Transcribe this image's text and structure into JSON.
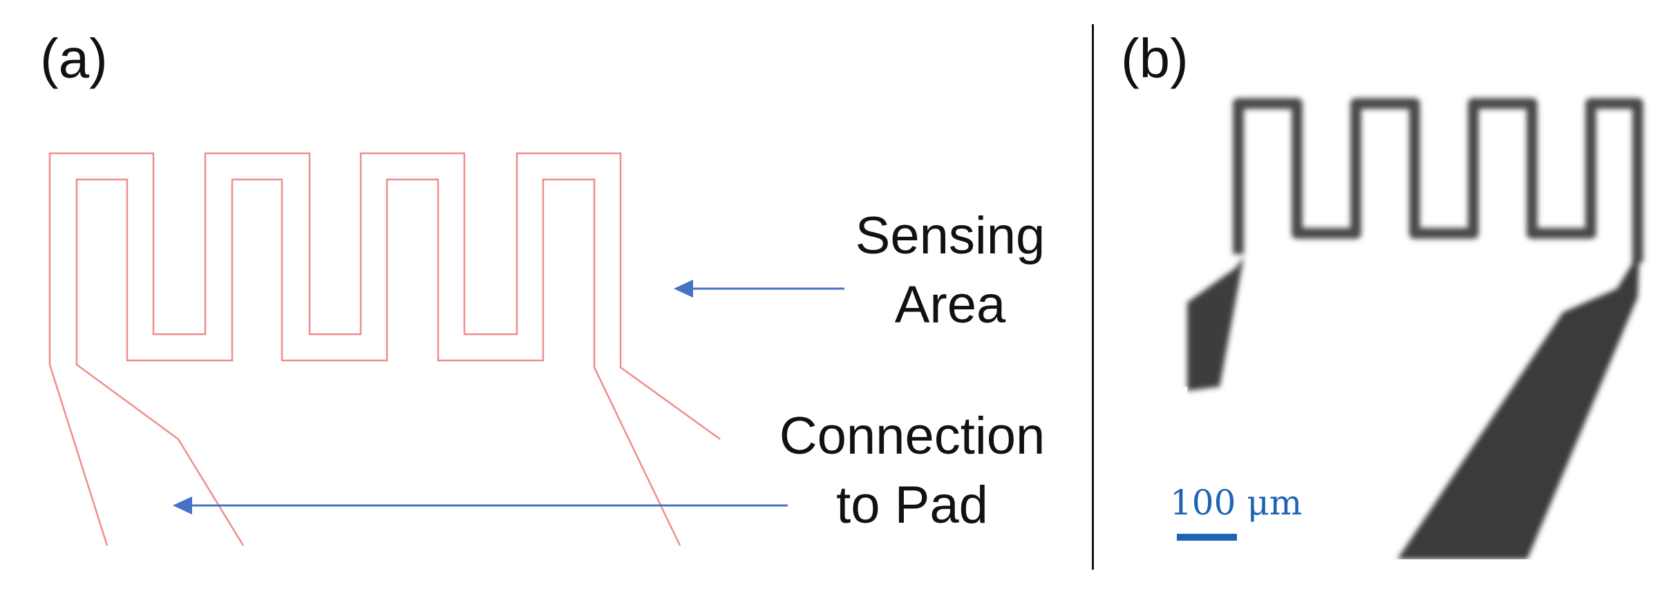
{
  "panel_a": {
    "label": "(a)",
    "annotations": {
      "sensing_area": [
        "Sensing",
        "Area"
      ],
      "connection": [
        "Connection",
        "to Pad"
      ]
    },
    "colors": {
      "trace": "#f08c8c",
      "arrow": "#4472c4"
    }
  },
  "panel_b": {
    "label": "(b)",
    "scale_bar_label": "100 μm",
    "colors": {
      "scale": "#1f63b5",
      "film": "#3a3a3a"
    }
  }
}
